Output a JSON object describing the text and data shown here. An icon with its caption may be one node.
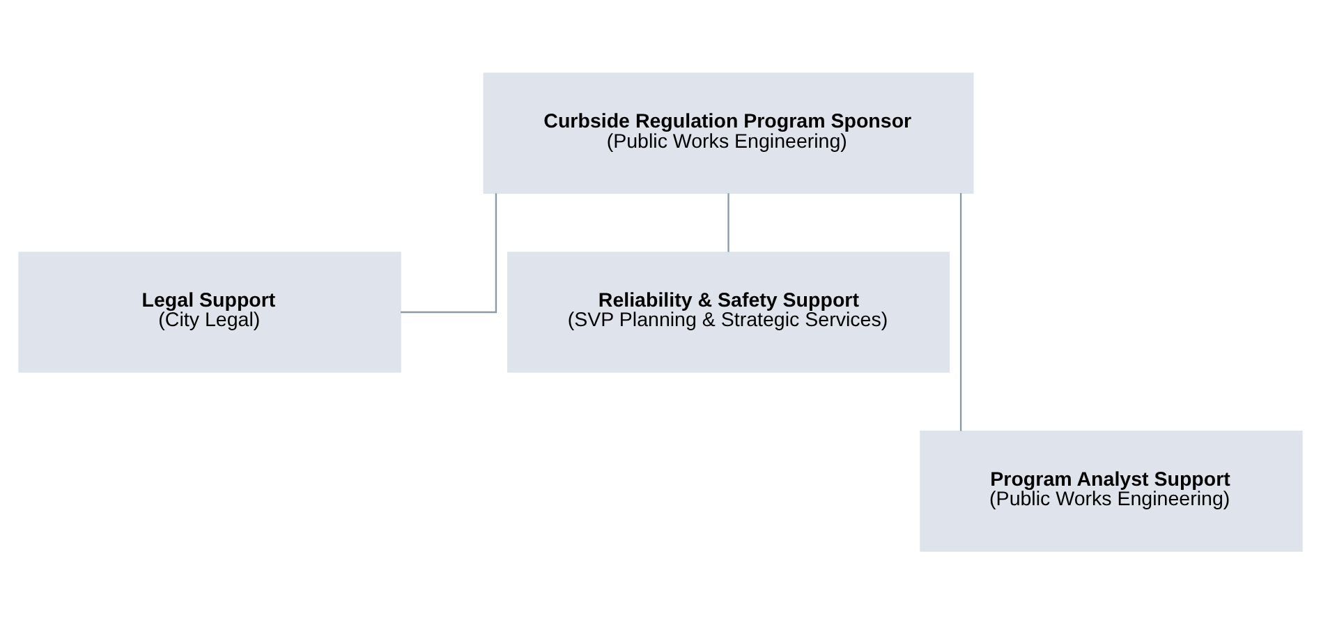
{
  "diagram": {
    "nodes": [
      {
        "text": [
          "Curbside Regulation Program Sponsor",
          "(Public Works Engineering)"
        ]
      },
      {
        "text": [
          "Legal Support",
          "(City Legal)"
        ]
      },
      {
        "text": [
          "Reliability & Safety Support",
          "(SVP Planning & Strategic Services)"
        ]
      },
      {
        "text": [
          "Program Analyst Support",
          "(Public Works Engineering)"
        ]
      }
    ],
    "edges": [
      {
        "from": 0,
        "to": 1,
        "arrow": "none"
      },
      {
        "from": 0,
        "to": 2,
        "arrow": "none"
      },
      {
        "from": 0,
        "to": 3,
        "arrow": "none"
      }
    ]
  }
}
